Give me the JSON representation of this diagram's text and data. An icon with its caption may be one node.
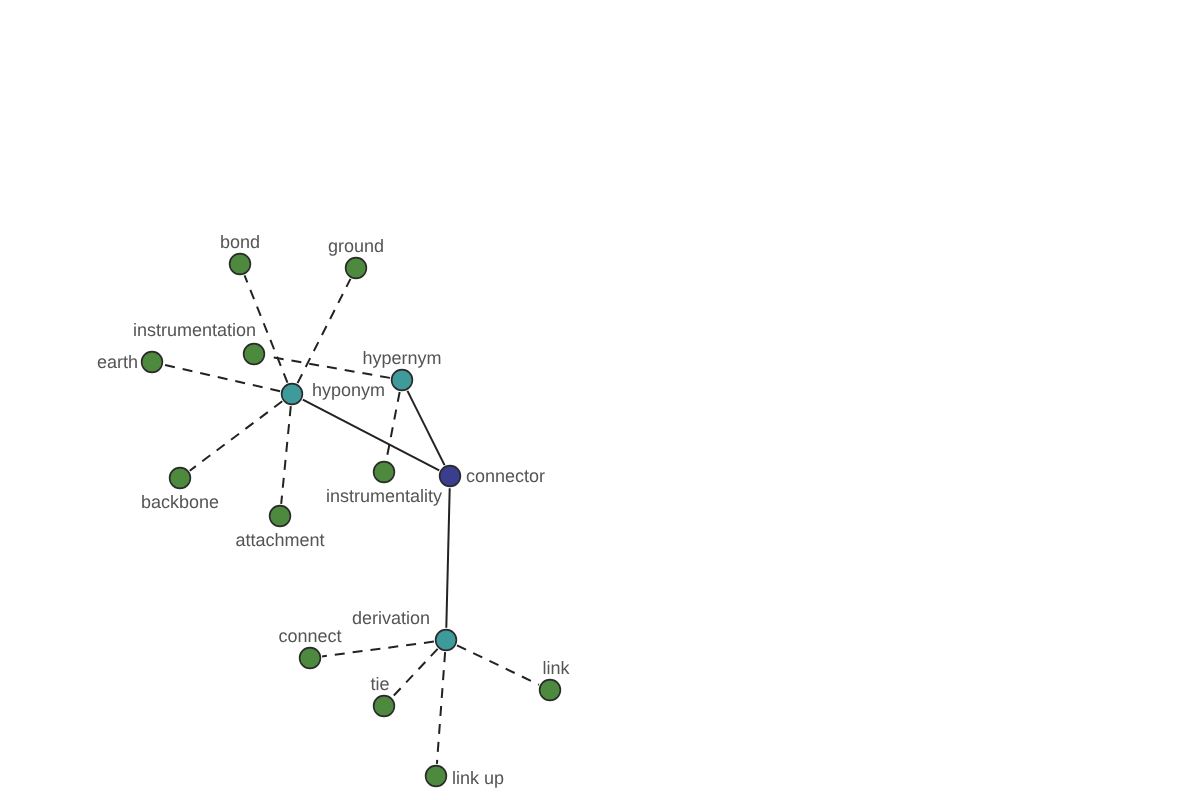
{
  "diagram": {
    "nodes": [
      {
        "text": [
          "bond"
        ]
      },
      {
        "text": [
          "ground"
        ]
      },
      {
        "text": [
          "instrumentation"
        ]
      },
      {
        "text": [
          "earth"
        ]
      },
      {
        "text": [
          "hypernym"
        ]
      },
      {
        "text": [
          "hyponym"
        ]
      },
      {
        "text": [
          "backbone"
        ]
      },
      {
        "text": [
          "instrumentality"
        ]
      },
      {
        "text": [
          "connector"
        ]
      },
      {
        "text": [
          "attachment"
        ]
      },
      {
        "text": [
          "derivation"
        ]
      },
      {
        "text": [
          "connect"
        ]
      },
      {
        "text": [
          "tie"
        ]
      },
      {
        "text": [
          "link"
        ]
      },
      {
        "text": [
          "link up"
        ]
      }
    ],
    "edges": [
      {
        "from": 8,
        "to": 5,
        "arrow": "none"
      },
      {
        "from": 8,
        "to": 4,
        "arrow": "none"
      },
      {
        "from": 8,
        "to": 10,
        "arrow": "none"
      },
      {
        "from": 5,
        "to": 0,
        "arrow": "none",
        "style": "dashed"
      },
      {
        "from": 5,
        "to": 1,
        "arrow": "none",
        "style": "dashed"
      },
      {
        "from": 5,
        "to": 3,
        "arrow": "none",
        "style": "dashed"
      },
      {
        "from": 5,
        "to": 6,
        "arrow": "none",
        "style": "dashed"
      },
      {
        "from": 5,
        "to": 9,
        "arrow": "none",
        "style": "dashed"
      },
      {
        "from": 4,
        "to": 2,
        "arrow": "none",
        "style": "dashed"
      },
      {
        "from": 4,
        "to": 7,
        "arrow": "none",
        "style": "dashed"
      },
      {
        "from": 10,
        "to": 11,
        "arrow": "none",
        "style": "dashed"
      },
      {
        "from": 10,
        "to": 12,
        "arrow": "none",
        "style": "dashed"
      },
      {
        "from": 10,
        "to": 13,
        "arrow": "none",
        "style": "dashed"
      },
      {
        "from": 10,
        "to": 14,
        "arrow": "none",
        "style": "dashed"
      }
    ]
  }
}
